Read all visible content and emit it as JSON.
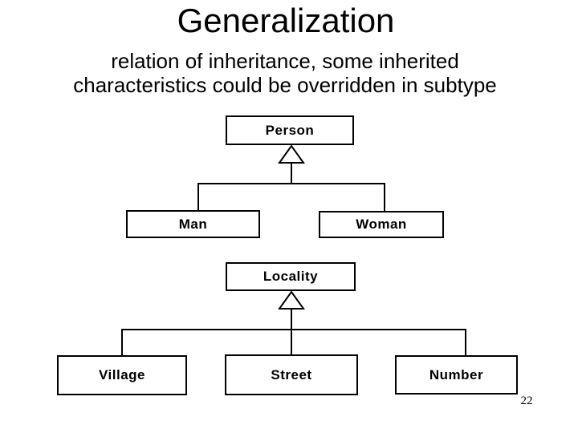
{
  "slide": {
    "title": "Generalization",
    "subtitle_line1": "relation of inheritance, some inherited",
    "subtitle_line2": "characteristics could be overridden in subtype",
    "page_number": "22"
  },
  "diagram": {
    "type": "uml-generalization-trees",
    "person_tree": {
      "parent": "Person",
      "children": [
        "Man",
        "Woman"
      ]
    },
    "locality_tree": {
      "parent": "Locality",
      "children": [
        "Village",
        "Street",
        "Number"
      ]
    }
  },
  "colors": {
    "background": "#ffffff",
    "line": "#000000",
    "text": "#000000",
    "box_fill": "#ffffff"
  }
}
